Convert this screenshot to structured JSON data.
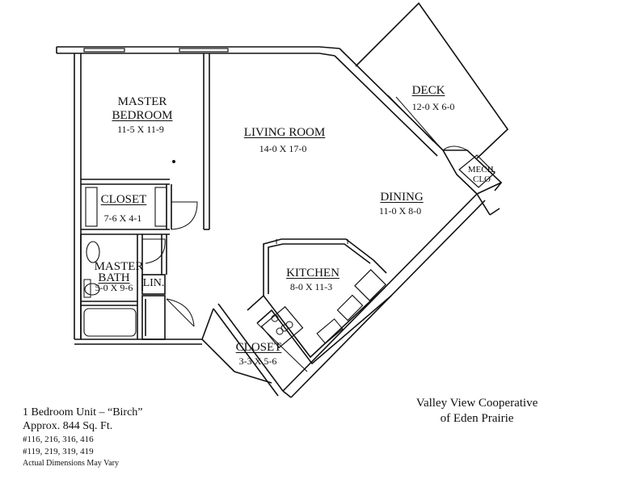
{
  "rooms": {
    "master_bedroom": {
      "line1": "MASTER",
      "line2": "BEDROOM",
      "dims": "11-5 X 11-9"
    },
    "living_room": {
      "name": "LIVING ROOM",
      "dims": "14-0 X 17-0"
    },
    "deck": {
      "name": "DECK",
      "dims": "12-0 X 6-0"
    },
    "mech_closet": {
      "line1": "MECH.",
      "line2": "CLO"
    },
    "bedroom_closet": {
      "name": "CLOSET",
      "dims": "7-6 X 4-1"
    },
    "dining": {
      "name": "DINING",
      "dims": "11-0 X 8-0"
    },
    "master_bath": {
      "line1": "MASTER",
      "line2": "BATH",
      "dims": "5-0 X 9-6"
    },
    "linen": {
      "name": "LIN."
    },
    "kitchen": {
      "name": "KITCHEN",
      "dims": "8-0 X 11-3"
    },
    "entry_closet": {
      "name": "CLOSET",
      "dims": "3-3 X 5-6"
    }
  },
  "unit_info": {
    "title": "1 Bedroom Unit – “Birch”",
    "area": "Approx. 844 Sq. Ft.",
    "units_a": "#116, 216, 316, 416",
    "units_b": "#119, 219, 319, 419",
    "disclaimer": "Actual Dimensions May Vary"
  },
  "branding": {
    "line1": "Valley View Cooperative",
    "line2": "of Eden Prairie"
  }
}
